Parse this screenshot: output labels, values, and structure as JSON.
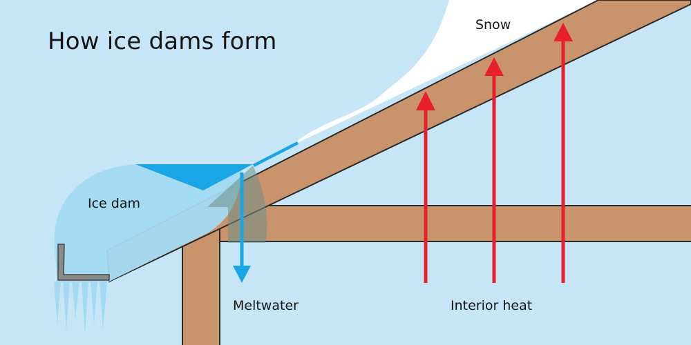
{
  "title": "How ice dams form",
  "labels": {
    "snow": "Snow",
    "ice_dam": "Ice dam",
    "meltwater": "Meltwater",
    "interior_heat": "Interior heat"
  },
  "colors": {
    "sky": "#c6e6f7",
    "wood": "#c9936c",
    "wood_outline": "#2a2a2a",
    "snow": "#ffffff",
    "ice": "#a3d9f2",
    "water": "#1aa6e6",
    "heat_arrow": "#e8202b",
    "melt_arrow": "#1aa6e6",
    "gutter": "#8a8a8a"
  },
  "icons": [
    "meltwater-arrow-icon",
    "heat-arrow-icon",
    "icicle-icon",
    "gutter-icon"
  ]
}
